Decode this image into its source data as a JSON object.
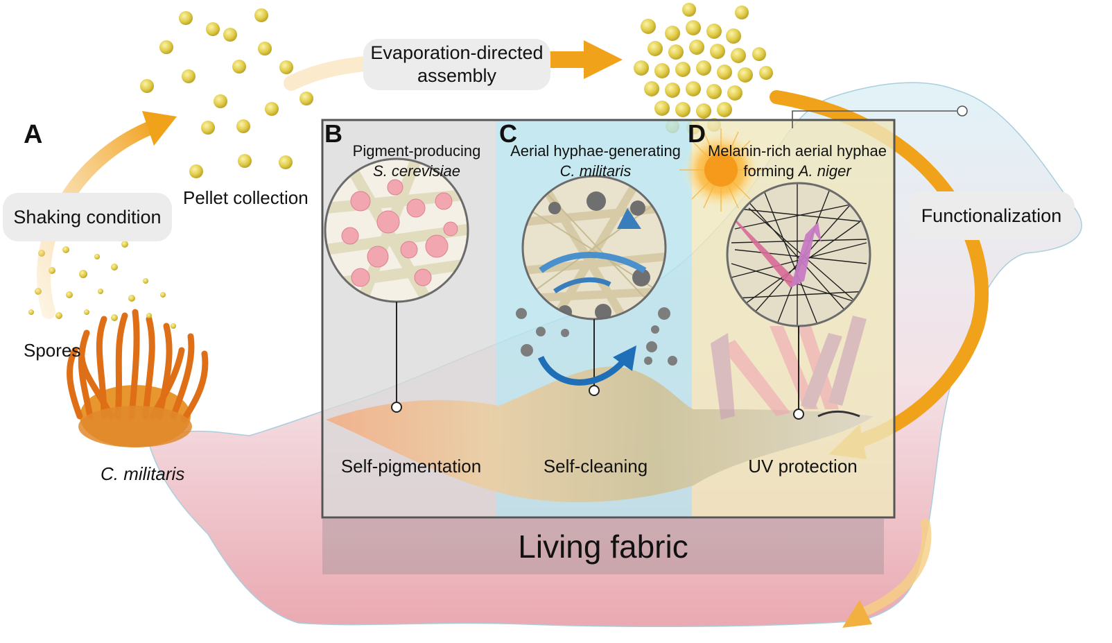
{
  "labels": {
    "panel_a": "A",
    "shaking": "Shaking condition",
    "spores": "Spores",
    "organism": "C. militaris",
    "pellet": "Pellet collection",
    "evap_line1": "Evaporation-directed",
    "evap_line2": "assembly",
    "functionalization": "Functionalization",
    "living_fabric": "Living fabric"
  },
  "panels": [
    {
      "letter": "B",
      "title_line1": "Pigment-producing",
      "title_line2": "S. cerevisiae",
      "function": "Self-pigmentation"
    },
    {
      "letter": "C",
      "title_line1": "Aerial hyphae-generating",
      "title_line2": "C. militaris",
      "function": "Self-cleaning"
    },
    {
      "letter": "D",
      "title_line1": "Melanin-rich aerial hyphae",
      "title_line2_prefix": "forming ",
      "title_line2": "A. niger",
      "function": "UV protection"
    }
  ],
  "colors": {
    "arrow_orange": "#f0a21a",
    "pellet_yellow": "#e2cf52",
    "fabric_pink": "#e8a0a8",
    "fabric_blue": "#bfe3ee",
    "fungus_orange": "#e07a1e",
    "panel_b_bg": "#dcdcdc",
    "panel_c_bg": "#bfe7ef",
    "panel_d_bg": "#efe9c4"
  }
}
